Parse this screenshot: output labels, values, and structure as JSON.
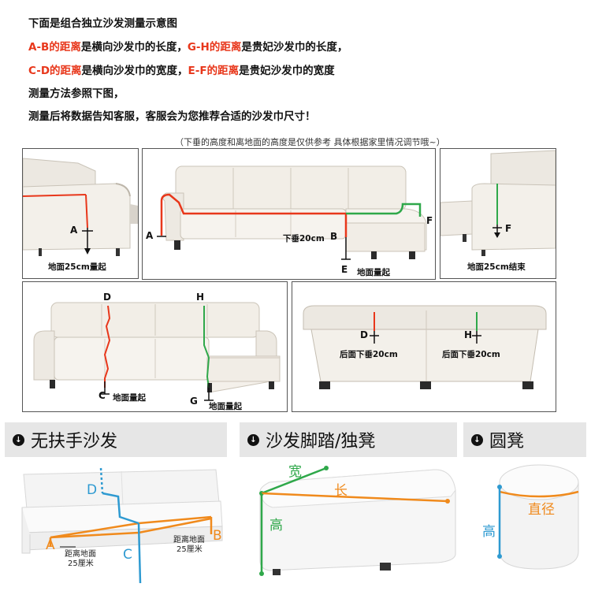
{
  "intro": {
    "title": "下面是组合独立沙发测量示意图",
    "line1_a": "A-B的距离",
    "line1_b": "是横向沙发巾的长度，",
    "line1_c": "G-H的距离",
    "line1_d": "是贵妃沙发巾的长度，",
    "line2_a": "C-D的距离",
    "line2_b": "是横向沙发巾的宽度，",
    "line2_c": "E-F的距离",
    "line2_d": "是贵妃沙发巾的宽度",
    "line3": "测量方法参照下图，",
    "line4": "测量后将数据告知客服，客服会为您推荐合适的沙发巾尺寸！"
  },
  "note": "（下垂的高度和离地面的高度是仅供参考 具体根据家里情况调节哦~）",
  "panels": {
    "p1": {
      "label_a": "A",
      "caption": "地面25cm量起"
    },
    "p2": {
      "label_a": "A",
      "label_b": "B",
      "label_e": "E",
      "label_f": "F",
      "drop": "下垂20cm",
      "caption": "地面量起"
    },
    "p3": {
      "label_f": "F",
      "caption": "地面25cm结束"
    },
    "p4": {
      "label_d": "D",
      "label_h": "H",
      "label_c": "C",
      "label_g": "G",
      "caption_c": "地面量起",
      "caption_g": "地面量起"
    },
    "p5": {
      "label_d": "D",
      "label_h": "H",
      "back_left": "后面下垂20cm",
      "back_right": "后面下垂20cm"
    }
  },
  "sections": [
    {
      "title": "无扶手沙发",
      "icon": "down-arrow-icon"
    },
    {
      "title": "沙发脚踏/独凳",
      "icon": "down-arrow-icon"
    },
    {
      "title": "圆凳",
      "icon": "down-arrow-icon"
    }
  ],
  "armless": {
    "label_d": "D",
    "label_a": "A",
    "label_c": "C",
    "label_b": "B",
    "left_note_1": "距离地面",
    "left_note_2": "25厘米",
    "right_note_1": "距离地面",
    "right_note_2": "25厘米"
  },
  "ottoman": {
    "width": "宽",
    "length": "长",
    "height": "高"
  },
  "round": {
    "diameter": "直径",
    "height": "高"
  },
  "colors": {
    "red": "#e8371b",
    "green": "#2fa84a",
    "blue": "#2e9ad1",
    "orange": "#f08a1c"
  }
}
